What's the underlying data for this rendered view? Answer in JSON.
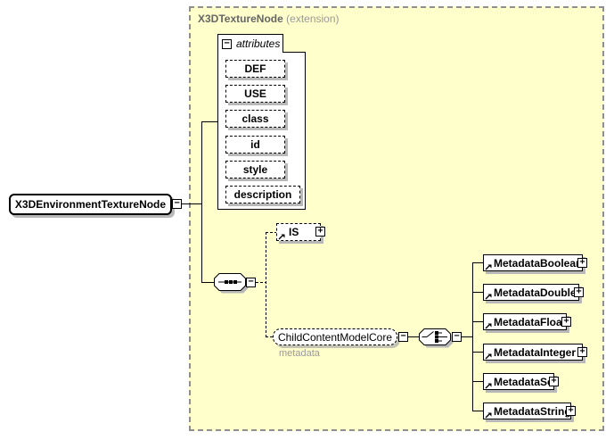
{
  "diagram": {
    "panel": {
      "base_type_name": "X3DTextureNode",
      "base_type_suffix": "(extension)"
    },
    "root_element": {
      "label": "X3DEnvironmentTextureNode"
    },
    "attributes_group": {
      "label": "attributes",
      "items": [
        "DEF",
        "USE",
        "class",
        "id",
        "style",
        "description"
      ]
    },
    "is_element": {
      "label": "IS"
    },
    "child_content_model": {
      "label": "ChildContentModelCore",
      "annotation": "metadata"
    },
    "choice_elements": [
      "MetadataBoolean",
      "MetadataDouble",
      "MetadataFloat",
      "MetadataInteger",
      "MetadataSet",
      "MetadataString"
    ],
    "glyphs": {
      "collapse": "−",
      "expand": "+"
    },
    "colors": {
      "panel_bg": "#FFFFCC",
      "panel_border": "#8F8F8F",
      "shadow": "#B8B8B8",
      "header_text": "#666666",
      "muted_text": "#999999"
    }
  }
}
